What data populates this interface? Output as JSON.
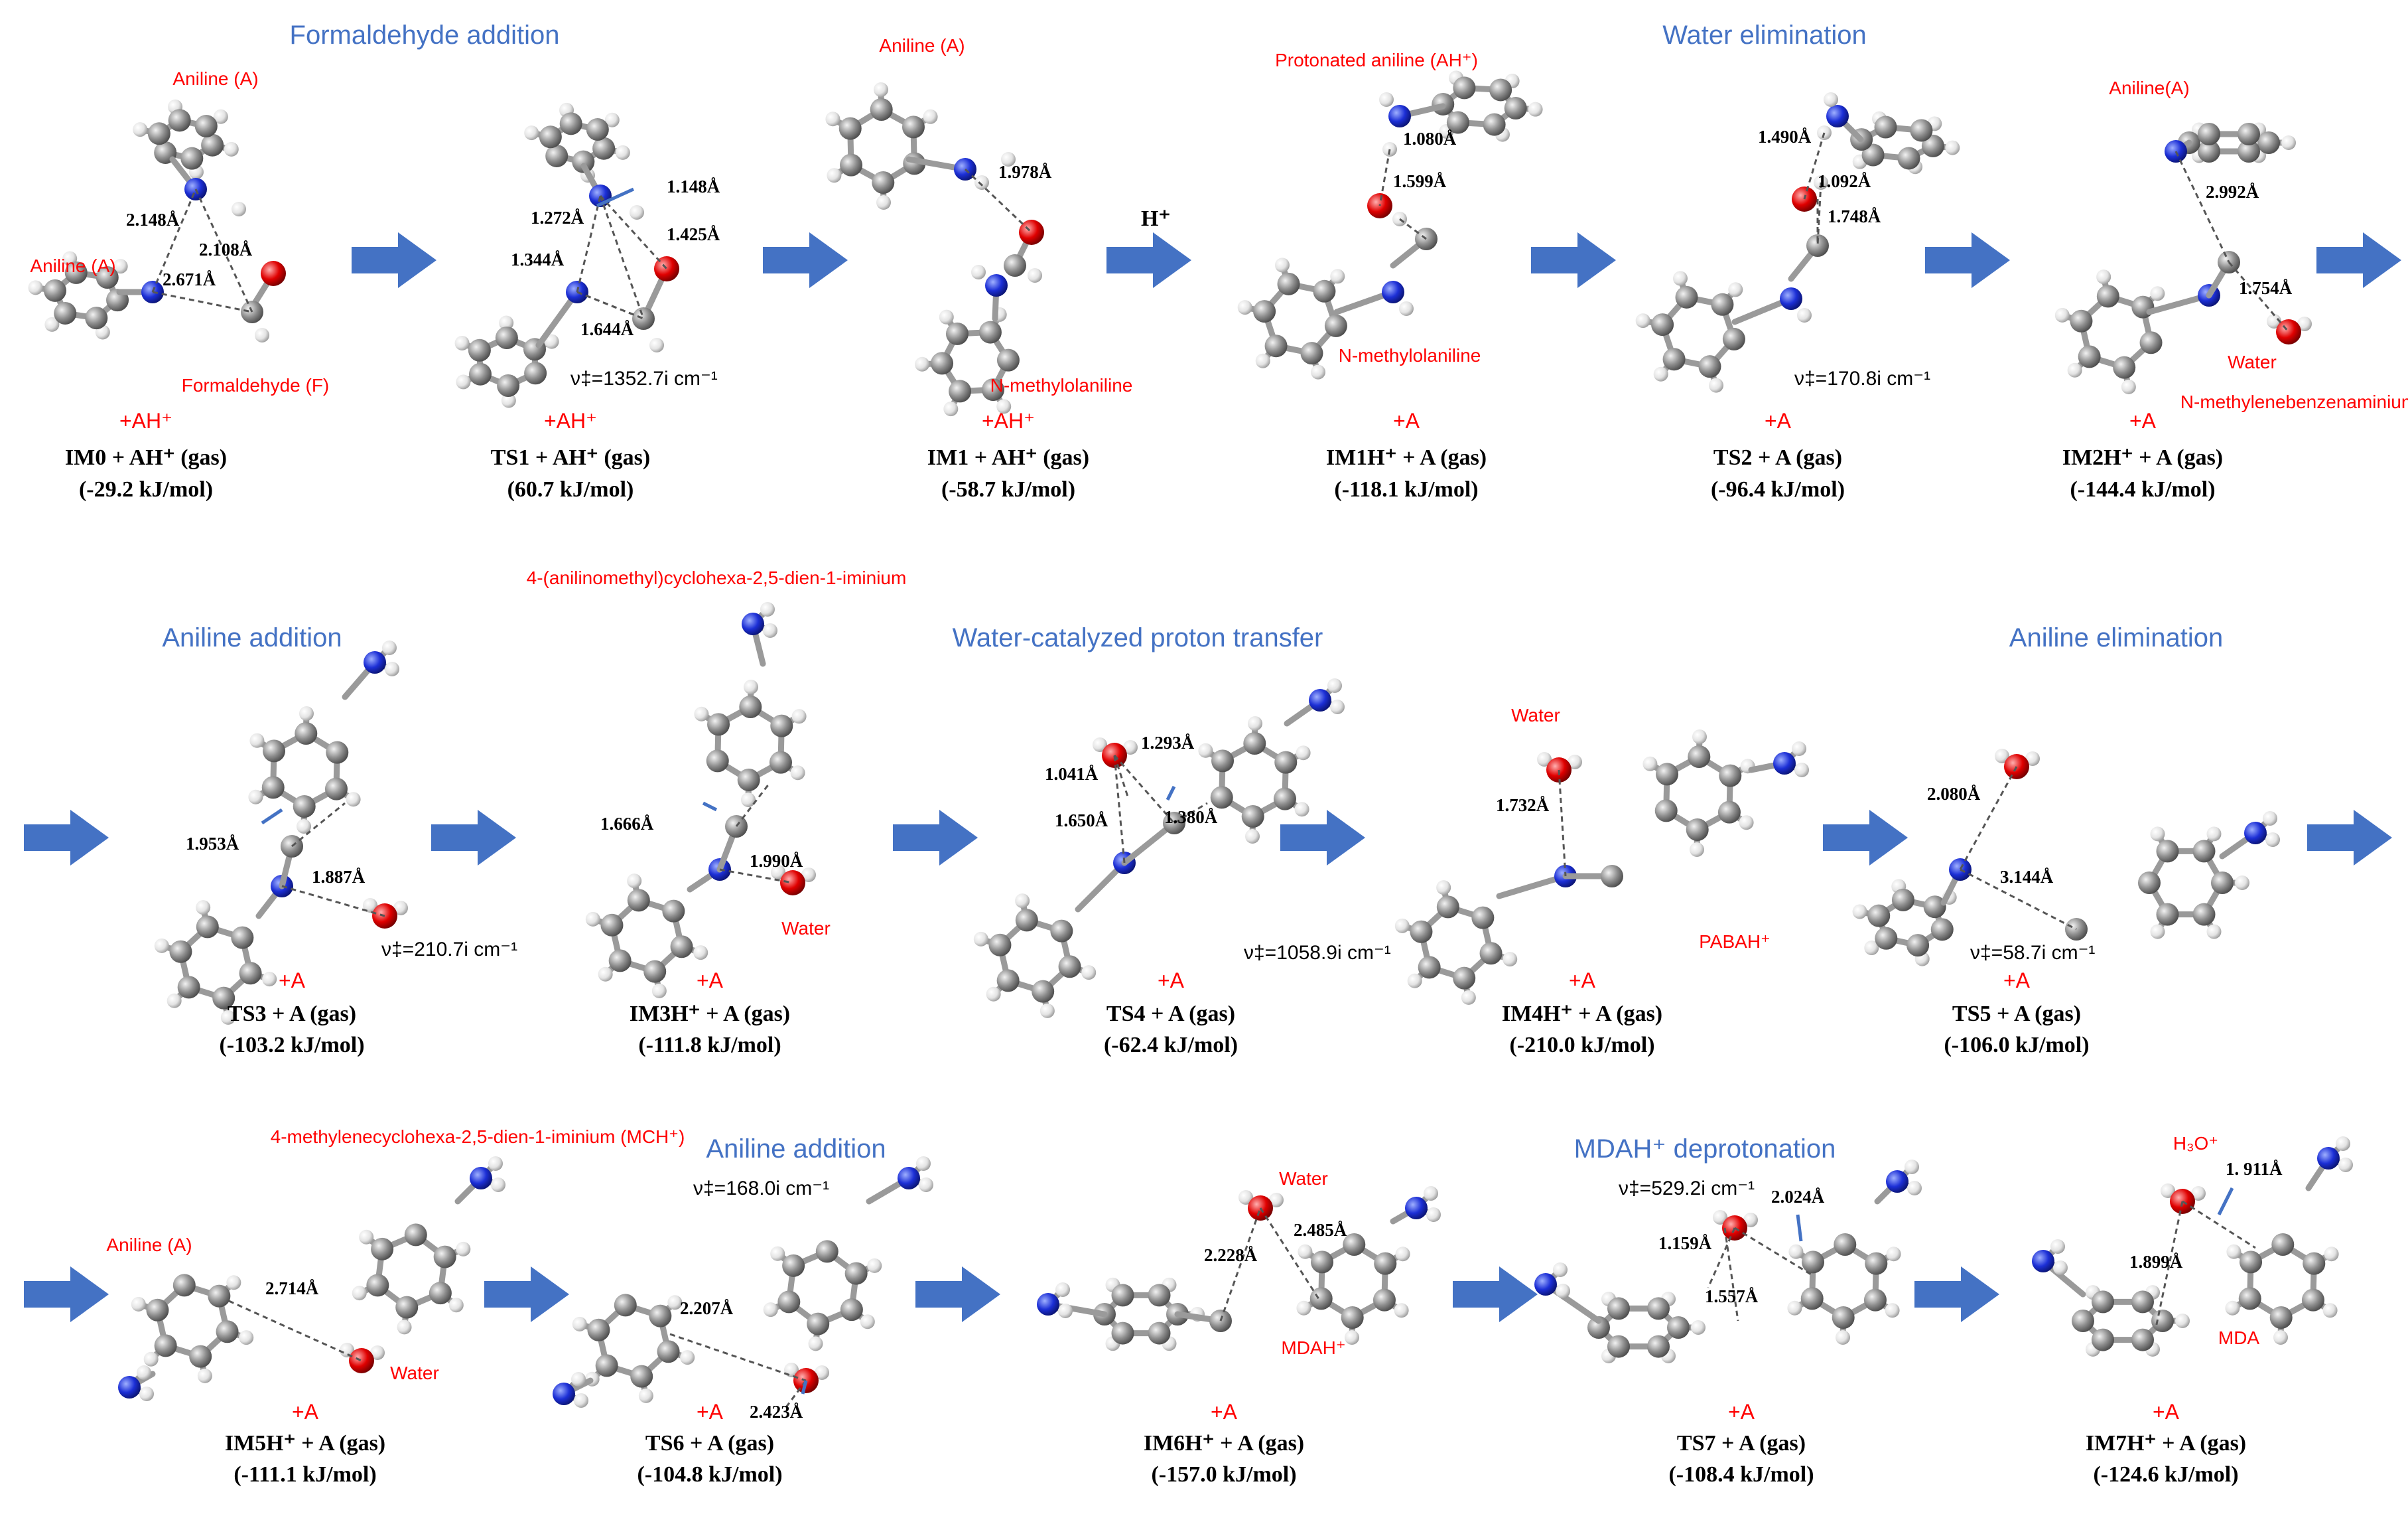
{
  "colors": {
    "step_title": "#4472c4",
    "arrow": "#4472c4",
    "red_label": "#ff0000",
    "carbon": "#8c8c8c",
    "hydrogen": "#e6e6e6",
    "nitrogen": "#1c2fd6",
    "oxygen": "#e00000",
    "bond": "#a6a6a6",
    "caption": "#000000"
  },
  "step_titles": [
    "Formaldehyde addition",
    "Water elimination",
    "Aniline addition",
    "Water-catalyzed proton transfer",
    "Aniline elimination",
    "Aniline addition",
    "MDAH⁺ deprotonation"
  ],
  "h_plus": "H⁺",
  "rows": [
    {
      "panels": [
        {
          "id": "IM0",
          "name": "IM0 + AH⁺ (gas)",
          "energy": "(-29.2 kJ/mol)",
          "plus": "+AH⁺",
          "freq": "",
          "labels": [
            "Aniline (A)",
            "Aniline (A)",
            "Formaldehyde (F)"
          ],
          "distances": [
            "2.148Å",
            "2.108Å",
            "2.671Å"
          ]
        },
        {
          "id": "TS1",
          "name": "TS1 + AH⁺ (gas)",
          "energy": "(60.7 kJ/mol)",
          "plus": "+AH⁺",
          "freq": "ν‡=1352.7i cm⁻¹",
          "labels": [],
          "distances": [
            "1.148Å",
            "1.272Å",
            "1.425Å",
            "1.344Å",
            "1.644Å"
          ]
        },
        {
          "id": "IM1",
          "name": "IM1 + AH⁺ (gas)",
          "energy": "(-58.7 kJ/mol)",
          "plus": "+AH⁺",
          "freq": "",
          "labels": [
            "Aniline (A)",
            "N-methylolaniline"
          ],
          "distances": [
            "1.978Å"
          ]
        },
        {
          "id": "IM1H",
          "name": "IM1H⁺ + A (gas)",
          "energy": "(-118.1 kJ/mol)",
          "plus": "+A",
          "freq": "",
          "labels": [
            "Protonated aniline (AH⁺)",
            "N-methylolaniline"
          ],
          "distances": [
            "1.080Å",
            "1.599Å"
          ]
        },
        {
          "id": "TS2",
          "name": "TS2 + A (gas)",
          "energy": "(-96.4 kJ/mol)",
          "plus": "+A",
          "freq": "ν‡=170.8i cm⁻¹",
          "labels": [],
          "distances": [
            "1.490Å",
            "1.092Å",
            "1.748Å"
          ]
        },
        {
          "id": "IM2H",
          "name": "IM2H⁺ + A (gas)",
          "energy": "(-144.4 kJ/mol)",
          "plus": "+A",
          "freq": "",
          "labels": [
            "Aniline(A)",
            "Water",
            "N-methylenebenzenaminium"
          ],
          "distances": [
            "2.992Å",
            "1.754Å"
          ]
        }
      ]
    },
    {
      "panels": [
        {
          "id": "TS3",
          "name": "TS3 + A (gas)",
          "energy": "(-103.2 kJ/mol)",
          "plus": "+A",
          "freq": "ν‡=210.7i cm⁻¹",
          "labels": [],
          "distances": [
            "1.953Å",
            "1.887Å"
          ]
        },
        {
          "id": "IM3H",
          "name": "IM3H⁺ + A (gas)",
          "energy": "(-111.8 kJ/mol)",
          "plus": "+A",
          "freq": "",
          "labels": [
            "4-(anilinomethyl)cyclohexa-2,5-dien-1-iminium",
            "Water"
          ],
          "distances": [
            "1.666Å",
            "1.990Å"
          ]
        },
        {
          "id": "TS4",
          "name": "TS4 + A (gas)",
          "energy": "(-62.4 kJ/mol)",
          "plus": "+A",
          "freq": "ν‡=1058.9i cm⁻¹",
          "labels": [],
          "distances": [
            "1.293Å",
            "1.041Å",
            "1.650Å",
            "1.380Å"
          ]
        },
        {
          "id": "IM4H",
          "name": "IM4H⁺ + A (gas)",
          "energy": "(-210.0 kJ/mol)",
          "plus": "+A",
          "freq": "",
          "labels": [
            "Water",
            "PABAH⁺"
          ],
          "distances": [
            "1.732Å"
          ]
        },
        {
          "id": "TS5",
          "name": "TS5 + A (gas)",
          "energy": "(-106.0 kJ/mol)",
          "plus": "+A",
          "freq": "ν‡=58.7i cm⁻¹",
          "labels": [],
          "distances": [
            "2.080Å",
            "3.144Å"
          ]
        }
      ]
    },
    {
      "panels": [
        {
          "id": "IM5H",
          "name": "IM5H⁺ + A (gas)",
          "energy": "(-111.1 kJ/mol)",
          "plus": "+A",
          "freq": "",
          "labels": [
            "4-methylenecyclohexa-2,5-dien-1-iminium (MCH⁺)",
            "Aniline (A)",
            "Water"
          ],
          "distances": [
            "2.714Å"
          ]
        },
        {
          "id": "TS6",
          "name": "TS6 + A (gas)",
          "energy": "(-104.8 kJ/mol)",
          "plus": "+A",
          "freq": "ν‡=168.0i cm⁻¹",
          "labels": [],
          "distances": [
            "2.207Å",
            "2.423Å"
          ]
        },
        {
          "id": "IM6H",
          "name": "IM6H⁺ + A (gas)",
          "energy": "(-157.0 kJ/mol)",
          "plus": "+A",
          "freq": "",
          "labels": [
            "Water",
            "MDAH⁺"
          ],
          "distances": [
            "2.228Å",
            "2.485Å"
          ]
        },
        {
          "id": "TS7",
          "name": "TS7 + A (gas)",
          "energy": "(-108.4 kJ/mol)",
          "plus": "+A",
          "freq": "ν‡=529.2i cm⁻¹",
          "labels": [],
          "distances": [
            "2.024Å",
            "1.159Å",
            "1.557Å"
          ]
        },
        {
          "id": "IM7H",
          "name": "IM7H⁺ + A (gas)",
          "energy": "(-124.6 kJ/mol)",
          "plus": "+A",
          "freq": "",
          "labels": [
            "H₃O⁺",
            "MDA"
          ],
          "distances": [
            "1. 911Å",
            "1.899Å"
          ]
        }
      ]
    }
  ]
}
